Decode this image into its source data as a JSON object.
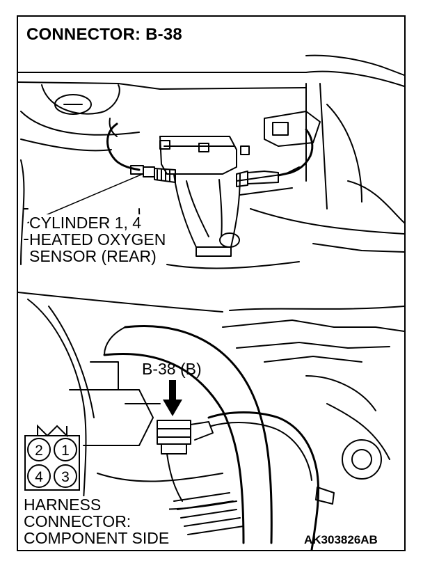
{
  "diagram": {
    "title": "CONNECTOR: B-38",
    "sensor_label": [
      "CYLINDER 1, 4",
      "HEATED OXYGEN",
      "SENSOR (REAR)"
    ],
    "connector_callout": "B-38 (B)",
    "harness_label": [
      "HARNESS",
      "CONNECTOR:",
      "COMPONENT SIDE"
    ],
    "reference_code": "AK303826AB",
    "connector_pins": [
      "2",
      "1",
      "4",
      "3"
    ]
  }
}
